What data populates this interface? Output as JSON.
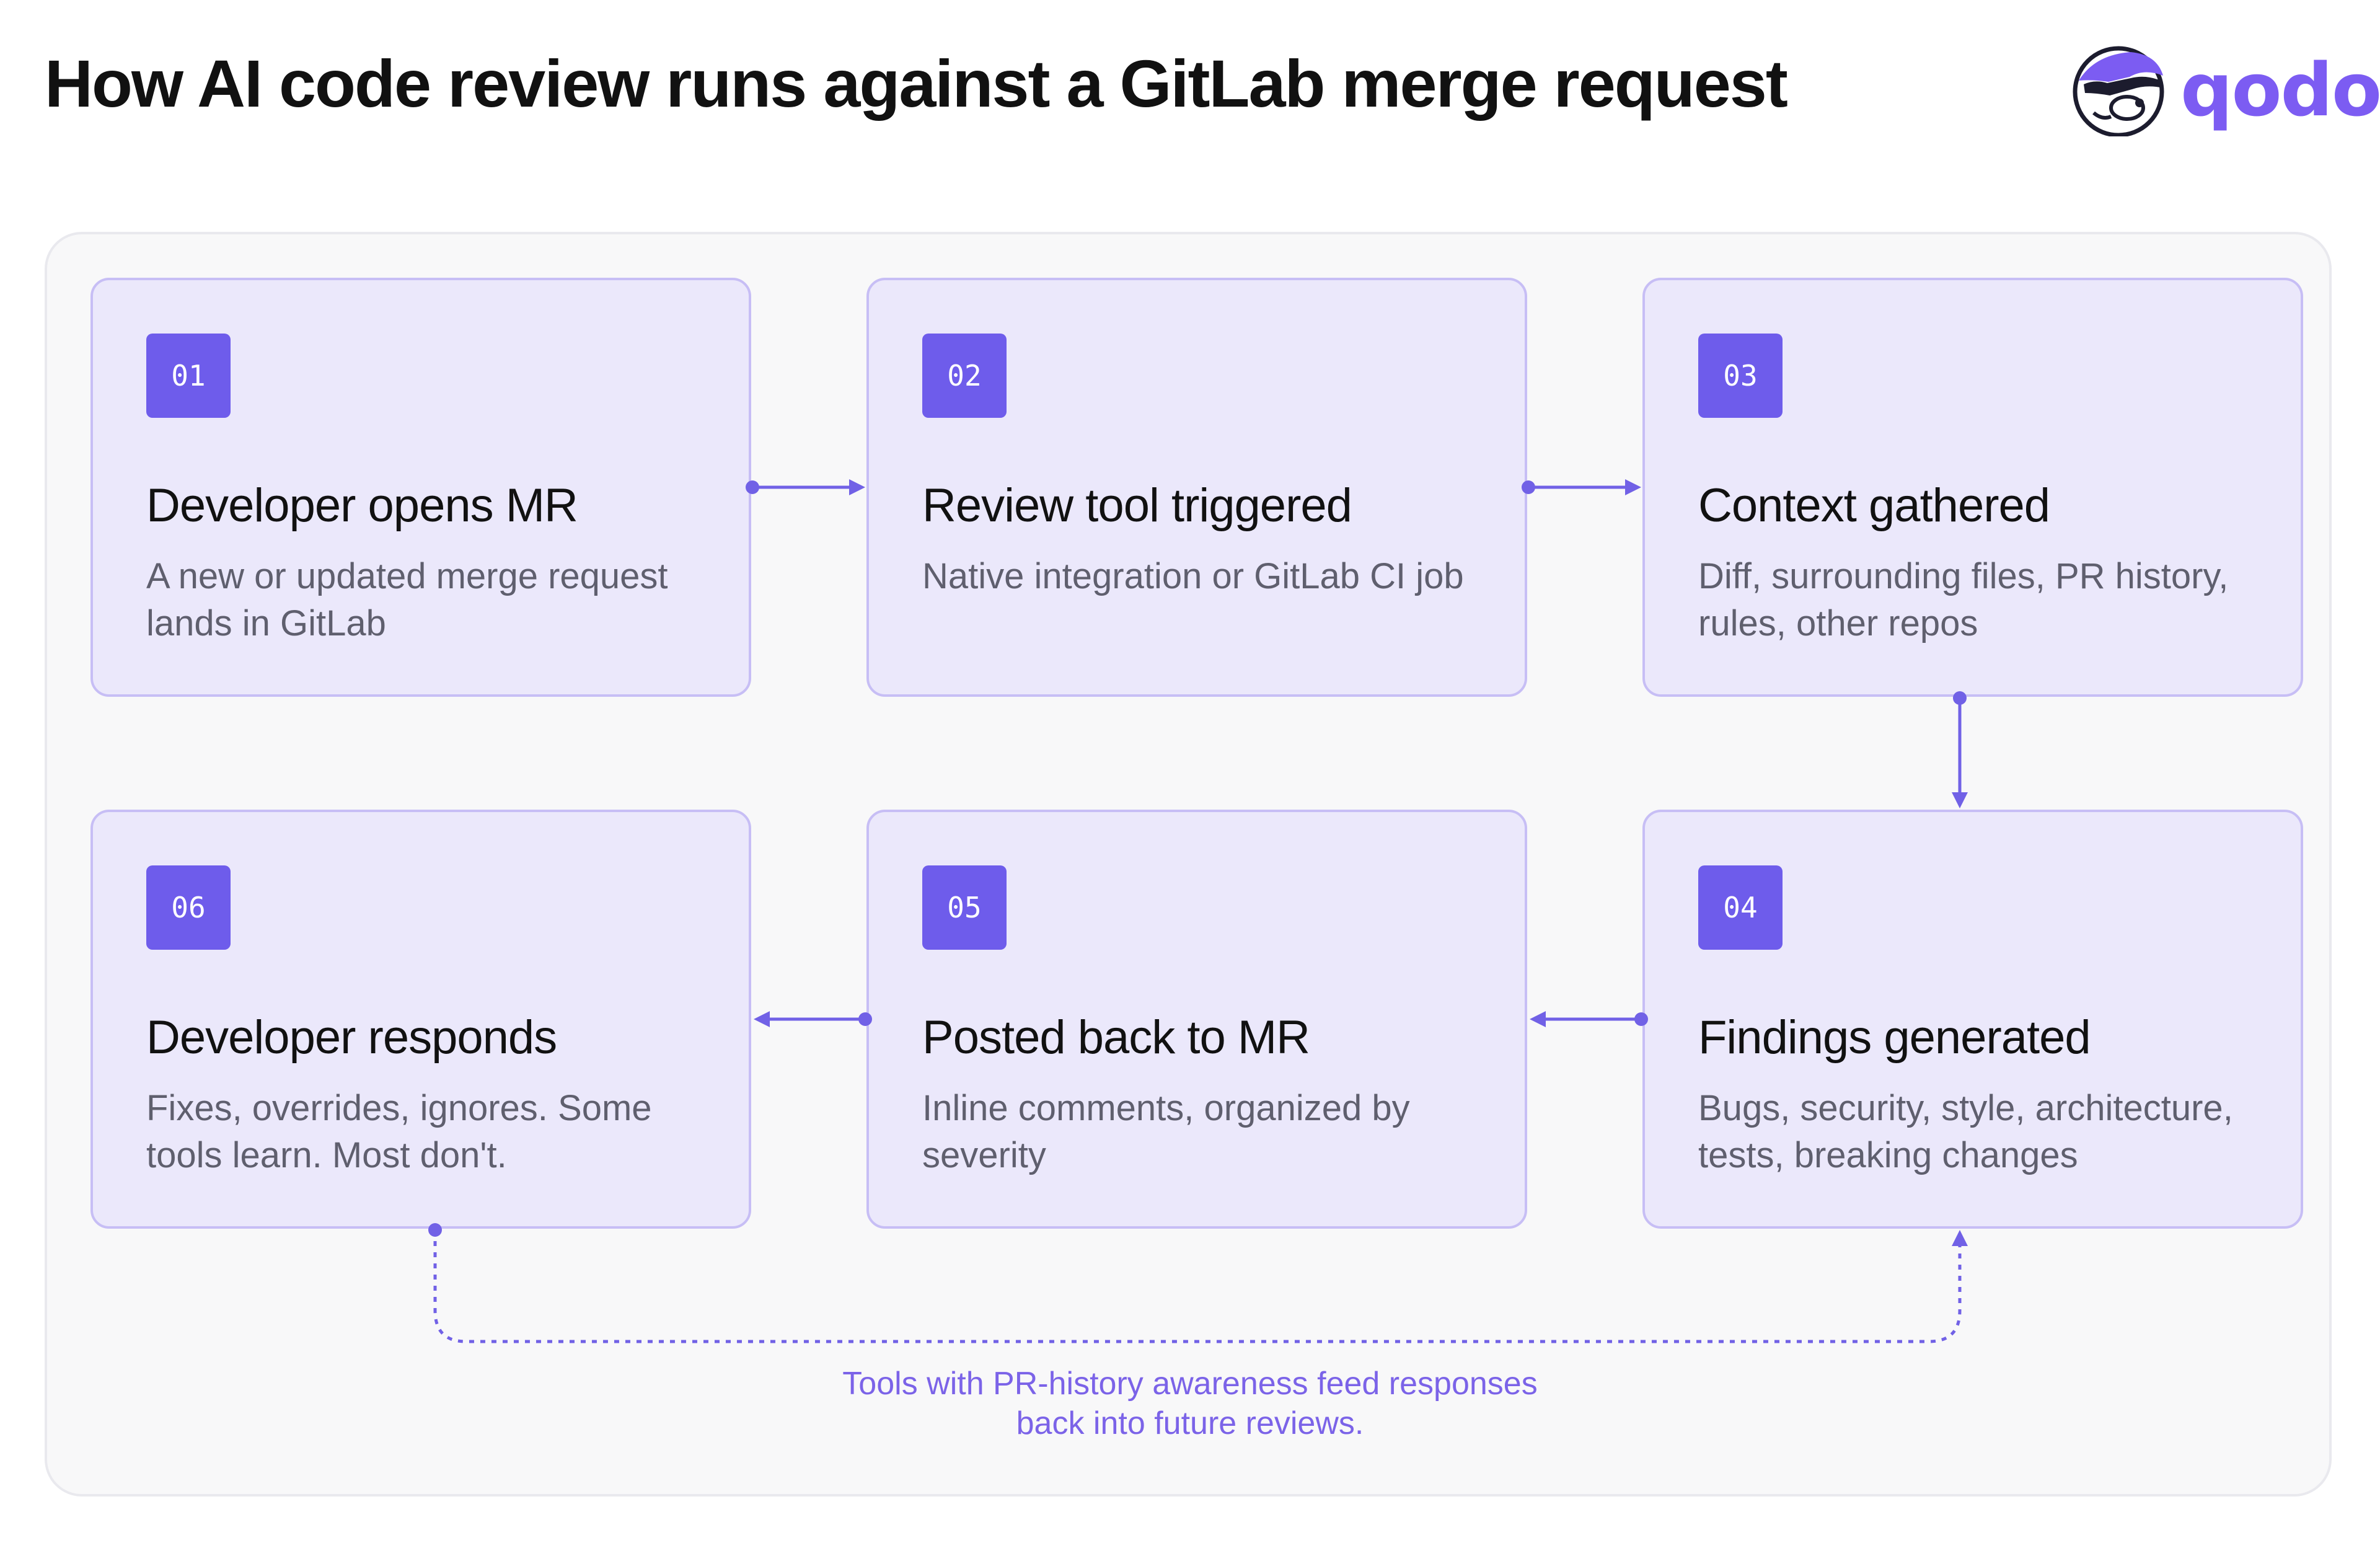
{
  "title": "How AI code review runs against a GitLab merge request",
  "logo": {
    "text": "qodo",
    "icon": "badger-mascot-icon"
  },
  "colors": {
    "accent": "#6e5ceb",
    "card_bg": "#ebe8fb",
    "card_border": "#c7bef5",
    "connector": "#7161e6",
    "note_text": "#7b63e8"
  },
  "steps": [
    {
      "number": "01",
      "title": "Developer opens MR",
      "description": "A new or updated merge request lands in GitLab"
    },
    {
      "number": "02",
      "title": "Review tool triggered",
      "description": "Native integration or GitLab CI job"
    },
    {
      "number": "03",
      "title": "Context gathered",
      "description": "Diff, surrounding files, PR history, rules, other repos"
    },
    {
      "number": "04",
      "title": "Findings generated",
      "description": "Bugs, security, style, architecture, tests, breaking changes"
    },
    {
      "number": "05",
      "title": "Posted back to MR",
      "description": "Inline comments, organized by severity"
    },
    {
      "number": "06",
      "title": "Developer responds",
      "description": "Fixes, overrides, ignores. Some tools learn. Most don't."
    }
  ],
  "feedback_note": "Tools with PR-history awareness feed responses back into future reviews."
}
